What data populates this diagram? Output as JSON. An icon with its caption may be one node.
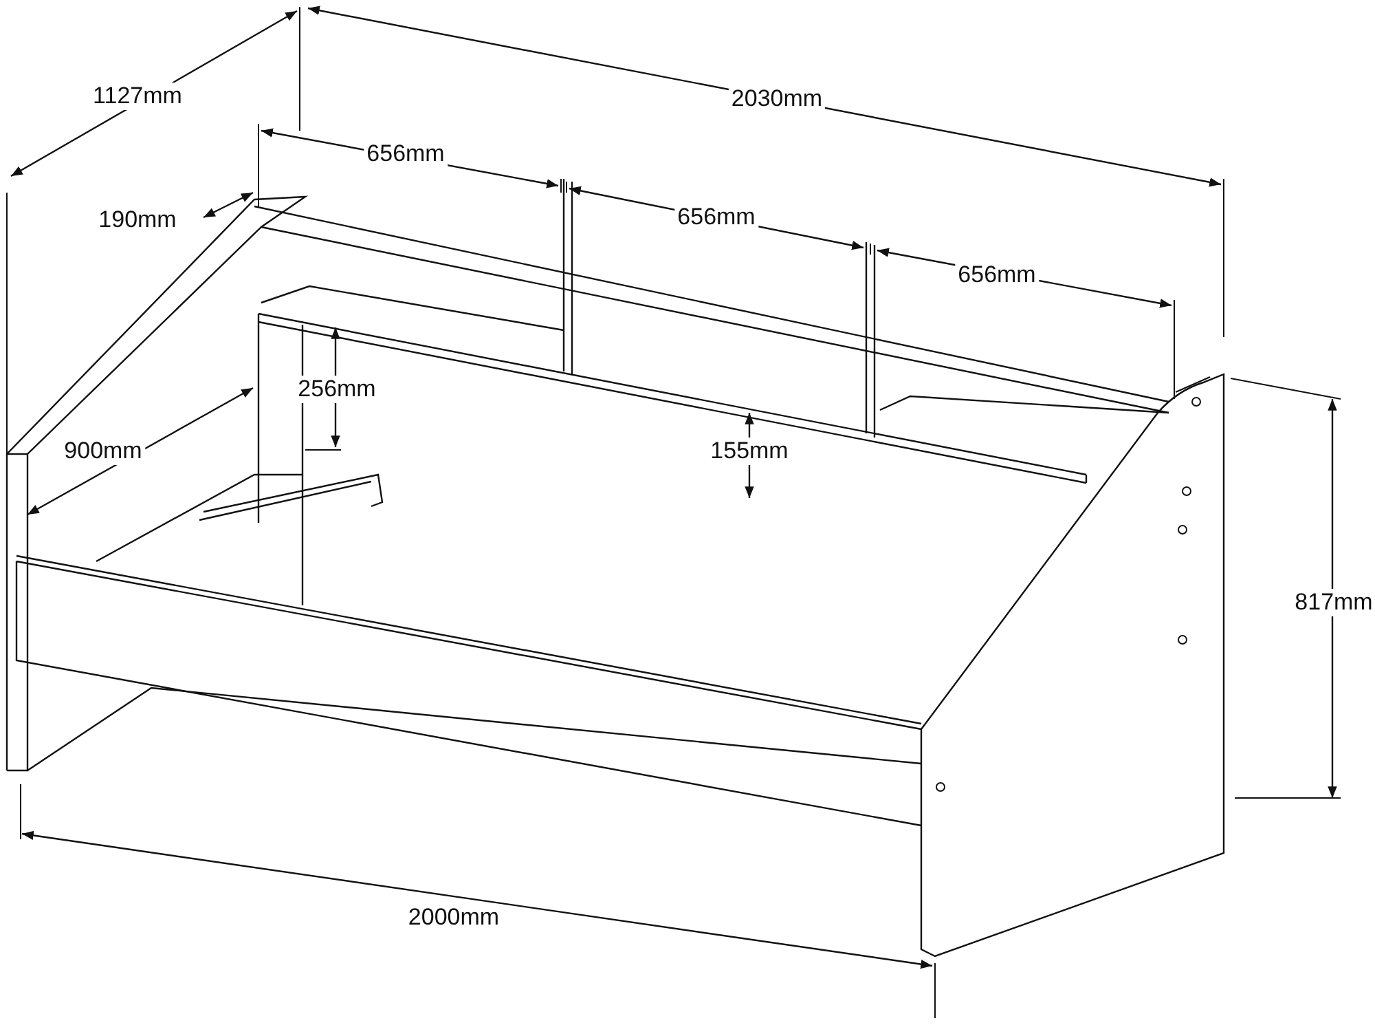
{
  "diagram": {
    "labels": [
      "1127mm",
      "2030mm",
      "656mm",
      "190mm",
      "656mm",
      "256mm",
      "656mm",
      "900mm",
      "155mm",
      "817mm",
      "2000mm"
    ]
  }
}
